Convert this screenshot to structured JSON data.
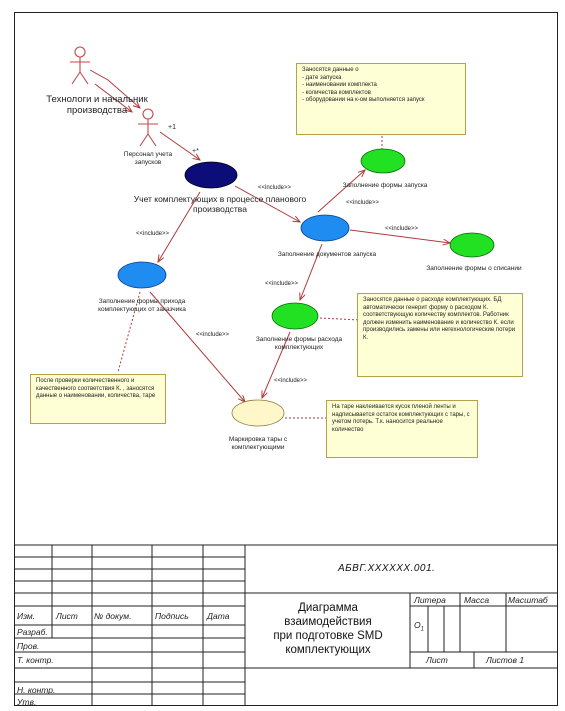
{
  "actors": {
    "management": "Технологи и начальник производства",
    "staff": "Персонал учета запусков"
  },
  "multiplicity": {
    "plus_one": "+1",
    "star": "+*"
  },
  "use_cases": {
    "main": "Учет комплектующих в процессе планового производства",
    "launch_form": "Заполнение формы запуска",
    "launch_docs": "Заполнение документов запуска",
    "writeoff_form": "Заполнение формы о списании",
    "receipt_form": "Заполнение формы прихода комплектующих от заказчика",
    "expense_form": "Заполнение формы расхода комплектующих",
    "marking": "Маркировка тары с комплектующими"
  },
  "include_label": "<<include>>",
  "notes": {
    "launch_note": [
      "Заносятся данные о",
      "- дате запуска",
      "- наименовании комплекта",
      "- количества комплектов",
      "- оборудовании на к-ом выполняется запуск"
    ],
    "expense_note": [
      "Заносятся данные о расходе комплектующих. БД автоматически генерит форму о расходом К. соответствующую количеству комплектов. Работник должен изменить наименование и количество К. если производились замены или негехнологические потери К."
    ],
    "receipt_note": [
      "После проверки количественного и качественного соответствия К. , заносятся данные о наименовании, количества, таре"
    ],
    "marking_note": [
      "На таре наклеивается кусок пленой ленты и надписывается остаток комплектующих с тары, с учетом потерь. Т.к. наносится реальное количество"
    ]
  },
  "title_block": {
    "code": "АБВГ.XXXXXX.001.",
    "headers": [
      "Изм.",
      "Лист",
      "№ докум.",
      "Подпись",
      "Дата"
    ],
    "rows": [
      "Разраб.",
      "Пров.",
      "Т. контр.",
      "",
      "Н. контр.",
      "Утв."
    ],
    "title_lines": [
      "Диаграмма",
      "взаимодействия",
      "при подготовке SMD",
      "комплектующих"
    ],
    "litera": "Литера",
    "massa": "Масса",
    "masshtab": "Масштаб",
    "litera_value": "О",
    "litera_sub": "1",
    "list": "Лист",
    "listov": "Листов 1"
  },
  "colors": {
    "navy": "#0d0d7a",
    "blue": "#1f8cf2",
    "green": "#22e022",
    "cream": "#fff7c9",
    "arrow": "#b03a3a",
    "note_bg": "#ffffd6"
  }
}
